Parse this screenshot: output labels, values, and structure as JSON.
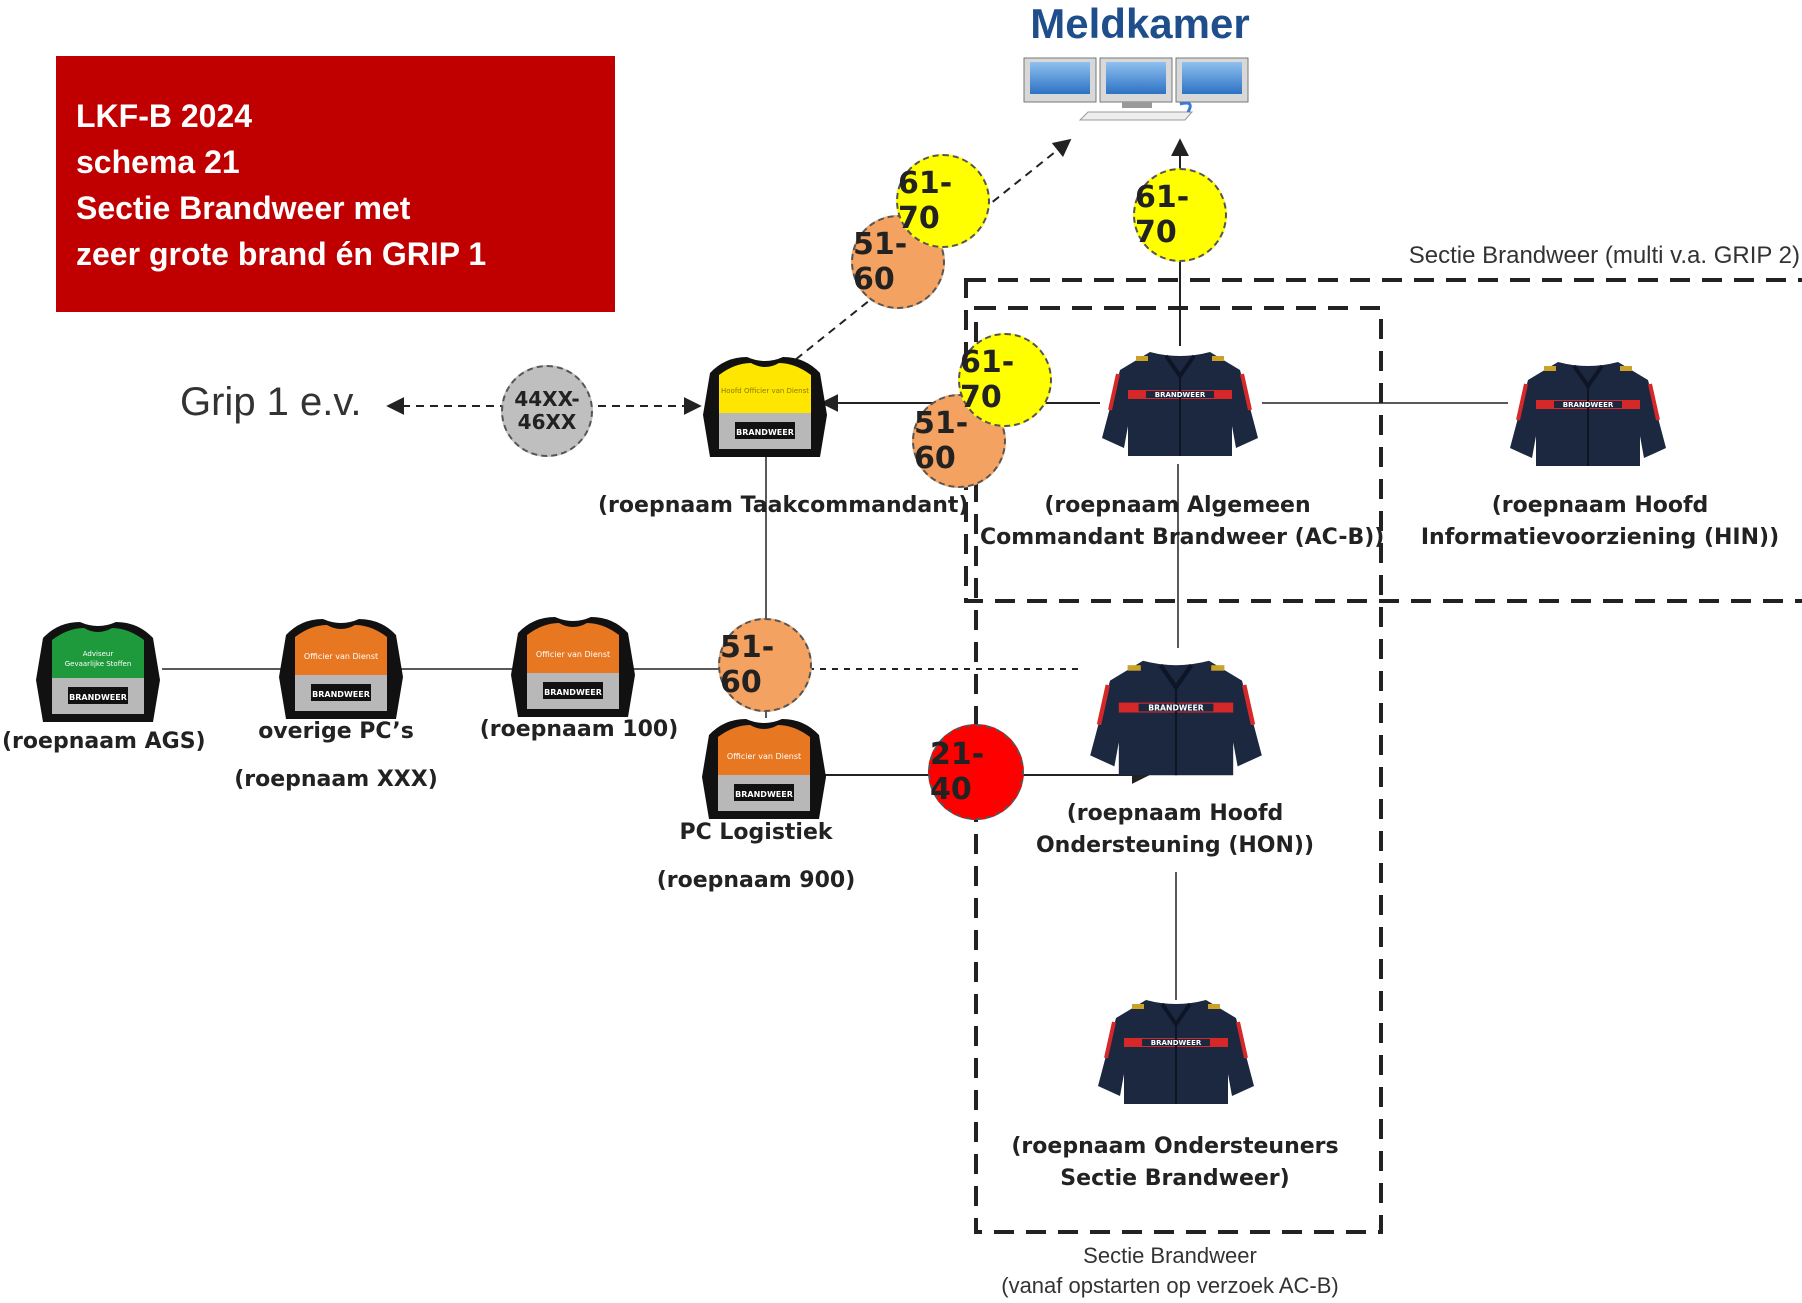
{
  "title": {
    "lines": [
      "LKF-B 2024",
      "schema 21",
      "Sectie Brandweer met",
      "zeer grote brand én GRIP 1"
    ]
  },
  "meldkamer": "Meldkamer",
  "grip": "Grip 1 e.v.",
  "badges": {
    "grip_code": [
      "44XX-",
      "46XX"
    ],
    "tc_upper_yellow": "61-70",
    "tc_upper_orange": "51-60",
    "mk_yellow": "61-70",
    "acb_yellow": "61-70",
    "acb_orange": "51-60",
    "log_orange": "51-60",
    "hon_red": "21-40"
  },
  "roles": {
    "taakcommandant": "(roepnaam Taakcommandant)",
    "acb": [
      "(roepnaam Algemeen",
      "Commandant Brandweer (AC-B))"
    ],
    "hin": [
      "(roepnaam Hoofd",
      "Informatievoorziening (HIN))"
    ],
    "ags": "(roepnaam AGS)",
    "overige": [
      "overige PC’s",
      "(roepnaam XXX)"
    ],
    "r100": "(roepnaam 100)",
    "logistiek": [
      "PC Logistiek",
      "(roepnaam 900)"
    ],
    "hon": [
      "(roepnaam Hoofd",
      "Ondersteuning (HON))"
    ],
    "ondersteuners": [
      "(roepnaam Ondersteuners",
      "Sectie Brandweer)"
    ]
  },
  "sections": {
    "multi": "Sectie Brandweer (multi v.a. GRIP 2)",
    "bottom": [
      "Sectie Brandweer",
      "(vanaf opstarten op verzoek AC-B)"
    ]
  },
  "vest_texts": {
    "brandweer": "BRANDWEER",
    "hovd": "Hoofd Officier van Dienst",
    "ovd": "Officier van Dienst",
    "ags": [
      "Adviseur",
      "Gevaarlijke Stoffen"
    ]
  },
  "colors": {
    "title_bg": "#c00000",
    "meldkamer": "#1f4e8c",
    "yellow": "#ffff00",
    "orange": "#f4a261",
    "gray": "#bfbfbf",
    "red": "#ff0000",
    "vest_orange": "#e87722",
    "vest_yellow": "#ffe600",
    "vest_green": "#1e9a3c",
    "jacket_navy": "#1c2840"
  }
}
